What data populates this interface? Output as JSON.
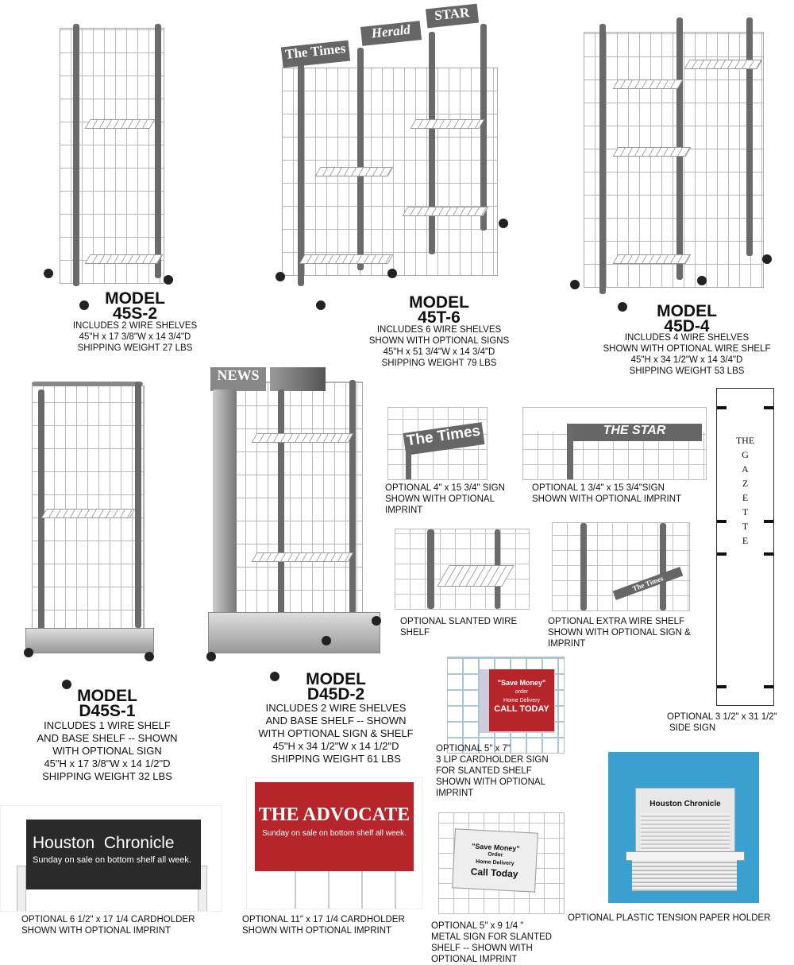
{
  "models": [
    {
      "label": "MODEL",
      "number": "45S-2",
      "specs": [
        "INCLUDES 2 WIRE SHELVES",
        "45\"H x 17  3/8\"W x 14  3/4\"D",
        "SHIPPING WEIGHT 27 LBS"
      ]
    },
    {
      "label": "MODEL",
      "number": "45T-6",
      "specs": [
        "INCLUDES 6 WIRE SHELVES",
        "SHOWN WITH OPTIONAL SIGNS",
        "45\"H x 51  3/4\"W x 14  3/4\"D",
        "SHIPPING WEIGHT 79 LBS"
      ],
      "signs": [
        "The Times",
        "Herald",
        "STAR"
      ]
    },
    {
      "label": "MODEL",
      "number": "45D-4",
      "specs": [
        "INCLUDES 4 WIRE SHELVES",
        "SHOWN WITH OPTIONAL WIRE SHELF",
        "45\"H x 34  1/2\"W x 14  3/4\"D",
        "SHIPPING WEIGHT 53 LBS"
      ]
    },
    {
      "label": "MODEL",
      "number": "D45S-1",
      "specs": [
        "INCLUDES 1 WIRE SHELF",
        "AND BASE SHELF -- SHOWN",
        "WITH OPTIONAL SIGN",
        "45\"H x 17  3/8\"W x 14  1/2\"D",
        "SHIPPING WEIGHT 32 LBS"
      ]
    },
    {
      "label": "MODEL",
      "number": "D45D-2",
      "specs": [
        "INCLUDES 2 WIRE SHELVES",
        "AND BASE SHELF -- SHOWN",
        "WITH OPTIONAL SIGN & SHELF",
        "45\"H x 34  1/2\"W x 14  1/2\"D",
        "SHIPPING WEIGHT 61 LBS"
      ],
      "sign": "NEWS"
    }
  ],
  "options": {
    "times_sign": {
      "imprint": "The Times",
      "caption": [
        "OPTIONAL  4\" x 15  3/4\" SIGN",
        "SHOWN WITH OPTIONAL",
        "IMPRINT"
      ]
    },
    "star_sign": {
      "imprint": "THE STAR",
      "caption": [
        "OPTIONAL 1  3/4\" x 15  3/4\"SIGN",
        "SHOWN WITH OPTIONAL IMPRINT"
      ]
    },
    "slanted_shelf": {
      "caption": [
        "OPTIONAL SLANTED WIRE",
        "SHELF"
      ]
    },
    "extra_shelf": {
      "imprint": "The Times",
      "caption": [
        "OPTIONAL EXTRA WIRE SHELF",
        "SHOWN WITH OPTIONAL SIGN &",
        "IMPRINT"
      ]
    },
    "side_sign": {
      "top": "THE",
      "letters": [
        "G",
        "A",
        "Z",
        "E",
        "T",
        "T",
        "E"
      ],
      "caption": [
        "OPTIONAL 3  1/2\" x  31  1/2\"",
        "SIDE SIGN"
      ]
    },
    "cardholder_5x7": {
      "imprint": [
        "\"Save Money\"",
        "order",
        "Home Delivery",
        "CALL TODAY"
      ],
      "caption": [
        "OPTIONAL 5\" x 7\"",
        "3 LIP CARDHOLDER SIGN",
        "FOR SLANTED SHELF",
        "SHOWN WITH OPTIONAL",
        "IMPRINT"
      ]
    },
    "houston": {
      "title": "Houston  Chronicle",
      "subtitle": "Sunday on sale on bottom shelf all week.",
      "caption": [
        "OPTIONAL 6  1/2\" x 17  1/4 CARDHOLDER",
        "SHOWN WITH OPTIONAL IMPRINT"
      ]
    },
    "advocate": {
      "title": "THE ADVOCATE",
      "subtitle": "Sunday on sale on bottom shelf all week.",
      "caption": [
        "OPTIONAL 11\" x 17  1/4 CARDHOLDER",
        "SHOWN WITH OPTIONAL IMPRINT"
      ]
    },
    "metal_sign": {
      "imprint": [
        "\"Save Money\"",
        "Order",
        "Home Delivery",
        "Call Today"
      ],
      "caption": [
        "OPTIONAL 5\" x  9 1/4 \"",
        "METAL SIGN FOR SLANTED",
        "SHELF  -- SHOWN WITH",
        "OPTIONAL IMPRINT"
      ]
    },
    "paper_holder": {
      "paper": "Houston Chronicle",
      "caption": [
        "OPTIONAL PLASTIC TENSION PAPER HOLDER"
      ]
    }
  },
  "colors": {
    "red": "#b5252a",
    "black": "#2a2a2a",
    "blue": "#3aa0cf",
    "post": "#6a6a6a"
  }
}
